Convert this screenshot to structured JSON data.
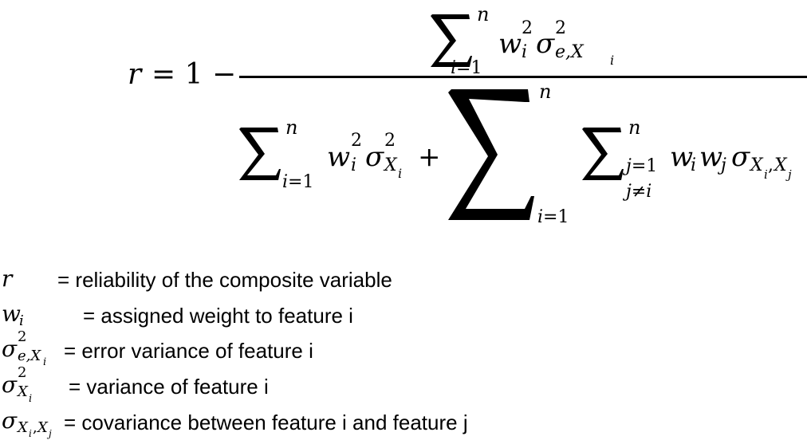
{
  "formula": {
    "lhs": "r",
    "equals_one_minus": "= 1 −",
    "sum_upper": "n",
    "sum_lower_i": "i=1",
    "sum_lower_j": "j=1",
    "sum_lower_j_cond": "j≠i",
    "w": "w",
    "sigma": "σ",
    "i": "i",
    "j": "j",
    "two": "2",
    "e_X": "e,X",
    "X": "X",
    "plus": "+",
    "comma": ","
  },
  "legend": [
    {
      "symbol": "r",
      "definition": "= reliability of the composite variable"
    },
    {
      "symbol": "w_i",
      "definition": "= assigned weight to feature i"
    },
    {
      "symbol": "σ²_{e,X_i}",
      "definition": "= error variance of feature i"
    },
    {
      "symbol": "σ²_{X_i}",
      "definition": "= variance of feature i"
    },
    {
      "symbol": "σ_{X_i,X_j}",
      "definition": "= covariance between feature i and feature j"
    }
  ]
}
